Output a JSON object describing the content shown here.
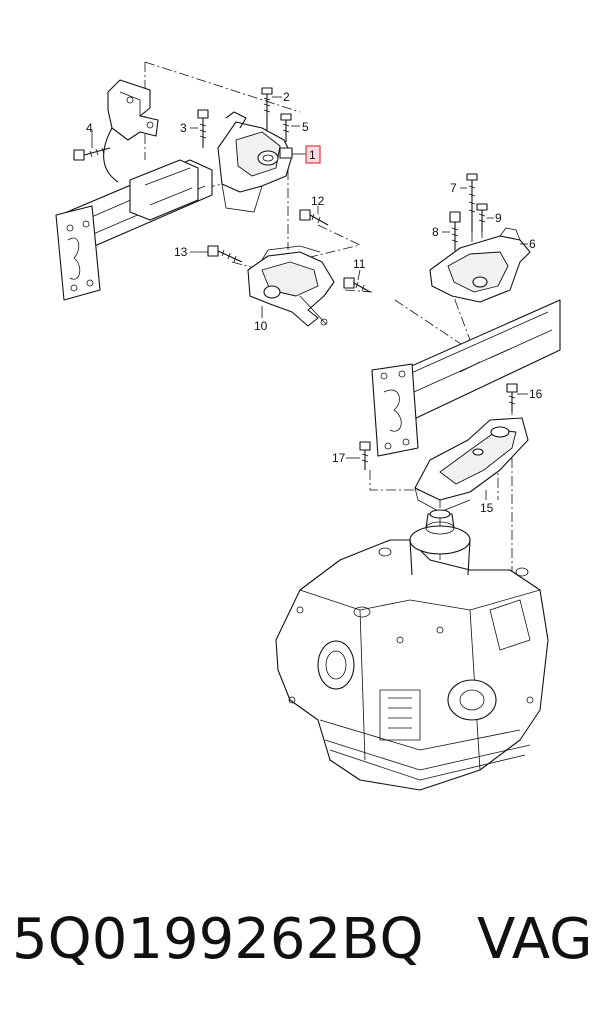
{
  "callouts": [
    {
      "id": "1",
      "label": "1",
      "highlighted": true
    },
    {
      "id": "2",
      "label": "2"
    },
    {
      "id": "3",
      "label": "3"
    },
    {
      "id": "4",
      "label": "4"
    },
    {
      "id": "5",
      "label": "5"
    },
    {
      "id": "6",
      "label": "6"
    },
    {
      "id": "7",
      "label": "7"
    },
    {
      "id": "8",
      "label": "8"
    },
    {
      "id": "9",
      "label": "9"
    },
    {
      "id": "10",
      "label": "10"
    },
    {
      "id": "11",
      "label": "11"
    },
    {
      "id": "12",
      "label": "12"
    },
    {
      "id": "13",
      "label": "13"
    },
    {
      "id": "15",
      "label": "15"
    },
    {
      "id": "16",
      "label": "16"
    },
    {
      "id": "17",
      "label": "17"
    }
  ],
  "caption": {
    "part_number": "5Q0199262BQ",
    "brand": "VAG"
  },
  "colors": {
    "line": "#111111",
    "highlight_fill": "#ffd9dc",
    "highlight_border": "#d93a4a"
  }
}
